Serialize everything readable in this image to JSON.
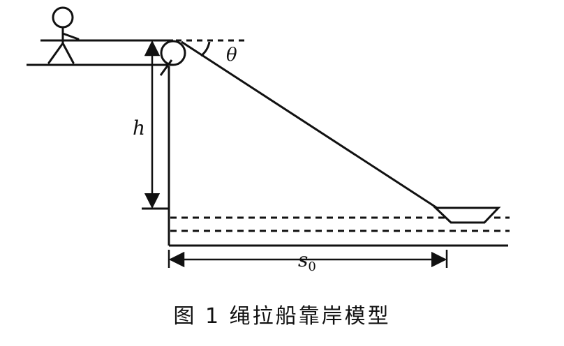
{
  "diagram": {
    "labels": {
      "angle": "θ",
      "height": "h",
      "distance_main": "s",
      "distance_sub": "0"
    },
    "caption": "图 1  绳拉船靠岸模型"
  }
}
